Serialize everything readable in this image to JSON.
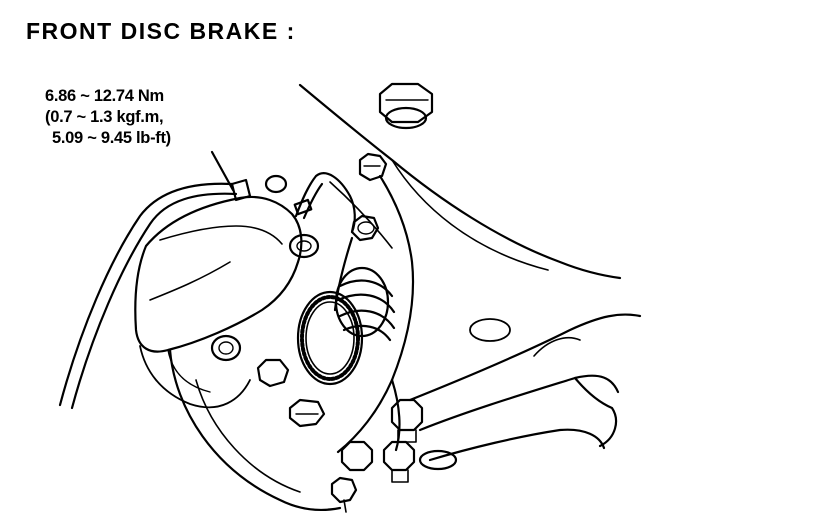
{
  "title": "FRONT DISC BRAKE :",
  "torque_spec": {
    "line1": "6.86 ~ 12.74 Nm",
    "line2": "(0.7 ~ 1.3 kgf.m,",
    "line3": "5.09 ~ 9.45 lb-ft)"
  }
}
